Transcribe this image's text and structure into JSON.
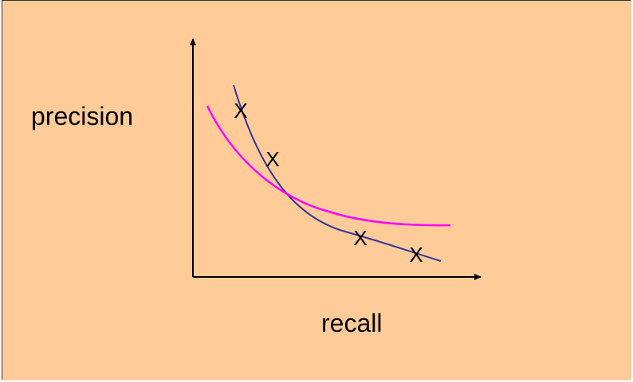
{
  "colors": {
    "background": "#ffcc99",
    "axis": "#000000",
    "curve_a": "#333399",
    "curve_b": "#ff00ff"
  },
  "axes": {
    "ylabel": "precision",
    "xlabel": "recall"
  },
  "points": [
    {
      "label": "X"
    },
    {
      "label": "X"
    },
    {
      "label": "X"
    },
    {
      "label": "X"
    }
  ]
}
